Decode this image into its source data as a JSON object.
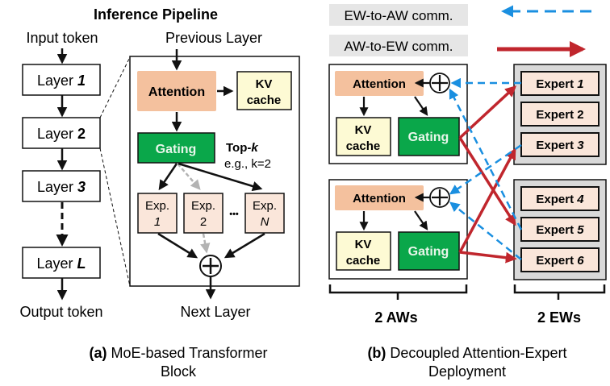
{
  "panel_a": {
    "title": "Inference Pipeline",
    "input_label": "Input token",
    "output_label": "Output token",
    "layers": [
      {
        "prefix": "Layer ",
        "num": "1"
      },
      {
        "prefix": "Layer ",
        "num": "2"
      },
      {
        "prefix": "Layer ",
        "num": "3"
      },
      {
        "prefix": "Layer ",
        "num": "L"
      }
    ],
    "block": {
      "previous_layer": "Previous Layer",
      "next_layer": "Next Layer",
      "attention": "Attention",
      "kv_line1": "KV",
      "kv_line2": "cache",
      "gating": "Gating",
      "topk_prefix": "Top-",
      "topk_k": "k",
      "topk_example": "e.g., k=2",
      "experts": [
        {
          "line1": "Exp.",
          "line2": "1",
          "italic": true
        },
        {
          "line1": "Exp.",
          "line2": "2",
          "italic": false
        },
        {
          "line1": "Exp.",
          "line2": "N",
          "italic": true
        }
      ],
      "ellipsis": "•••"
    },
    "caption_bold": "(a)",
    "caption_line1": " MoE-based Transformer",
    "caption_line2": "Block"
  },
  "panel_b": {
    "legend": {
      "ew_to_aw": "EW-to-AW comm.",
      "aw_to_ew": "AW-to-EW comm."
    },
    "aw": {
      "attention": "Attention",
      "kv_line1": "KV",
      "kv_line2": "cache",
      "gating": "Gating"
    },
    "experts": [
      {
        "prefix": "Expert ",
        "num": "1",
        "italic": true
      },
      {
        "prefix": "Expert ",
        "num": "2",
        "italic": false
      },
      {
        "prefix": "Expert ",
        "num": "3",
        "italic": true
      },
      {
        "prefix": "Expert ",
        "num": "4",
        "italic": true
      },
      {
        "prefix": "Expert ",
        "num": "5",
        "italic": true
      },
      {
        "prefix": "Expert ",
        "num": "6",
        "italic": true
      }
    ],
    "aw_count_label": "2 AWs",
    "ew_count_label": "2 EWs",
    "caption_bold": "(b)",
    "caption_line1": " Decoupled Attention-Expert",
    "caption_line2": "Deployment"
  },
  "colors": {
    "attention": "#f4c19e",
    "kv_cache": "#fdfad4",
    "gating": "#0aa74a",
    "expert": "#fae6da",
    "ew_panel": "#d9d9d9",
    "legend_bg": "#e6e6e6",
    "aw_to_ew_arrow": "#c0262d",
    "ew_to_aw_arrow": "#1a8fe0",
    "inactive_arrow": "#b3b3b3"
  }
}
